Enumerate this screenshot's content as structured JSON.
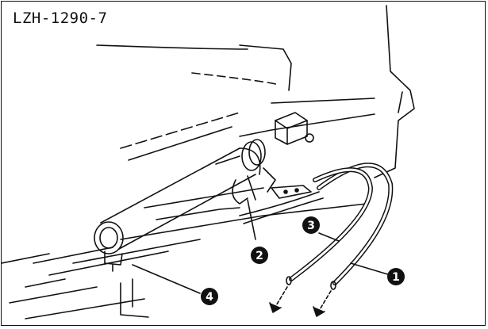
{
  "model_label": "LZH-1290-7",
  "callouts": [
    {
      "id": "1",
      "label": "1"
    },
    {
      "id": "2",
      "label": "2"
    },
    {
      "id": "3",
      "label": "3"
    },
    {
      "id": "4",
      "label": "4"
    }
  ],
  "colors": {
    "line": "#111111",
    "background": "#ffffff"
  }
}
